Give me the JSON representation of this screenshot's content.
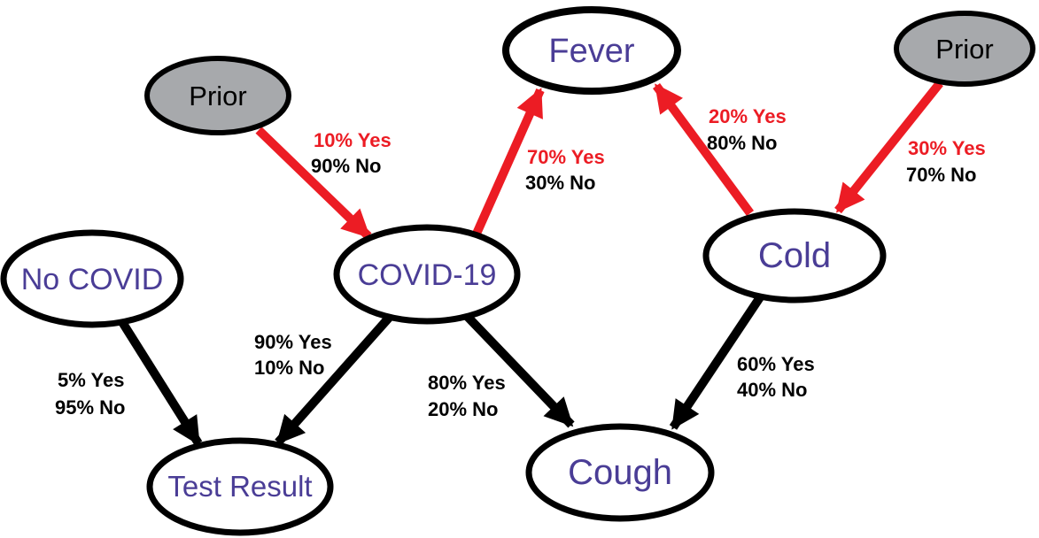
{
  "diagram": {
    "type": "bayesian-network",
    "topic": "COVID-19 diagnosis network"
  },
  "colors": {
    "node_text": "#4a3d96",
    "edge_red": "#ec1c24",
    "edge_black": "#000000",
    "prior_fill": "#a7a9ac",
    "node_fill": "#ffffff",
    "node_stroke": "#000000",
    "background": "#ffffff"
  },
  "nodes": [
    {
      "id": "prior-left",
      "label": "Prior",
      "kind": "prior"
    },
    {
      "id": "fever",
      "label": "Fever",
      "kind": "variable"
    },
    {
      "id": "prior-right",
      "label": "Prior",
      "kind": "prior"
    },
    {
      "id": "no-covid",
      "label": "No COVID",
      "kind": "variable"
    },
    {
      "id": "covid-19",
      "label": "COVID-19",
      "kind": "variable"
    },
    {
      "id": "cold",
      "label": "Cold",
      "kind": "variable"
    },
    {
      "id": "test-result",
      "label": "Test Result",
      "kind": "variable"
    },
    {
      "id": "cough",
      "label": "Cough",
      "kind": "variable"
    }
  ],
  "edges": [
    {
      "from": "prior-left",
      "to": "covid-19",
      "color": "red",
      "label_yes": "10% Yes",
      "label_no": "90% No"
    },
    {
      "from": "covid-19",
      "to": "fever",
      "color": "red",
      "label_yes": "70% Yes",
      "label_no": "30% No"
    },
    {
      "from": "cold",
      "to": "fever",
      "color": "red",
      "label_yes": "20% Yes",
      "label_no": "80% No"
    },
    {
      "from": "prior-right",
      "to": "cold",
      "color": "red",
      "label_yes": "30% Yes",
      "label_no": "70% No"
    },
    {
      "from": "no-covid",
      "to": "test-result",
      "color": "black",
      "label_yes": "5% Yes",
      "label_no": "95% No"
    },
    {
      "from": "covid-19",
      "to": "test-result",
      "color": "black",
      "label_yes": "90% Yes",
      "label_no": "10% No"
    },
    {
      "from": "covid-19",
      "to": "cough",
      "color": "black",
      "label_yes": "80% Yes",
      "label_no": "20% No"
    },
    {
      "from": "cold",
      "to": "cough",
      "color": "black",
      "label_yes": "60% Yes",
      "label_no": "40% No"
    }
  ]
}
